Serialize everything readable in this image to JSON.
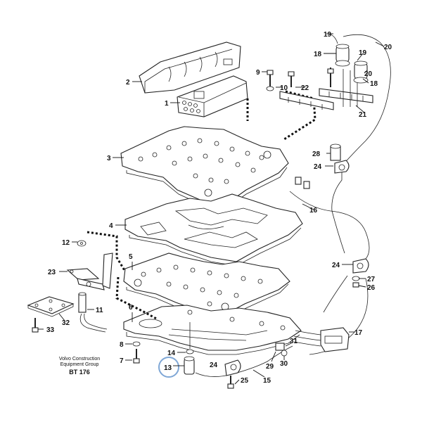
{
  "caption": {
    "line1": "Volvo Construction",
    "line2": "Equipment Group",
    "code": "BT 176"
  },
  "labels": {
    "n1": "1",
    "n2": "2",
    "n3": "3",
    "n4": "4",
    "n5": "5",
    "n6": "6",
    "n7": "7",
    "n8": "8",
    "n9": "9",
    "n10": "10",
    "n11": "11",
    "n12": "12",
    "n13": "13",
    "n14": "14",
    "n15": "15",
    "n16": "16",
    "n17": "17",
    "n18a": "18",
    "n18b": "18",
    "n19a": "19",
    "n19b": "19",
    "n20a": "20",
    "n20b": "20",
    "n21": "21",
    "n22": "22",
    "n23": "23",
    "n24a": "24",
    "n24b": "24",
    "n24c": "24",
    "n25": "25",
    "n26": "26",
    "n27": "27",
    "n28": "28",
    "n29": "29",
    "n30": "30",
    "n31": "31",
    "n32": "32",
    "n33": "33"
  },
  "highlight": {
    "part": "13",
    "color": "#7fa7d6"
  }
}
